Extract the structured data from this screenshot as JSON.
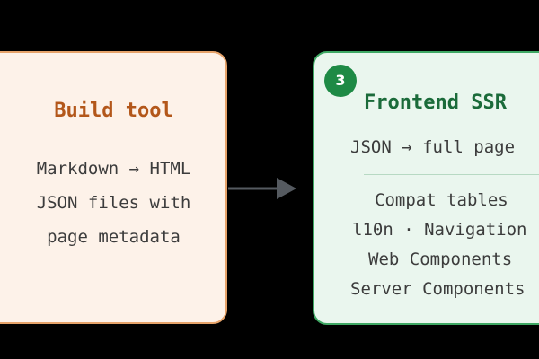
{
  "build_card": {
    "title": "Build tool",
    "lines": [
      "Markdown → HTML",
      "JSON files with",
      "page metadata"
    ]
  },
  "ssr_card": {
    "step_number": "3",
    "title": "Frontend SSR",
    "subtitle": "JSON → full page",
    "features": [
      "Compat tables",
      "l10n · Navigation",
      "Web Components",
      "Server Components"
    ]
  },
  "colors": {
    "background": "#000000",
    "build_fill": "#fdf2e9",
    "build_border": "#e6a36a",
    "build_title": "#b3571a",
    "ssr_fill": "#eaf6ee",
    "ssr_border": "#3fa864",
    "ssr_title": "#1b6b3a",
    "badge": "#1e8a45",
    "arrow": "#555a60"
  },
  "icons": {
    "connector": "arrow-right-icon"
  }
}
